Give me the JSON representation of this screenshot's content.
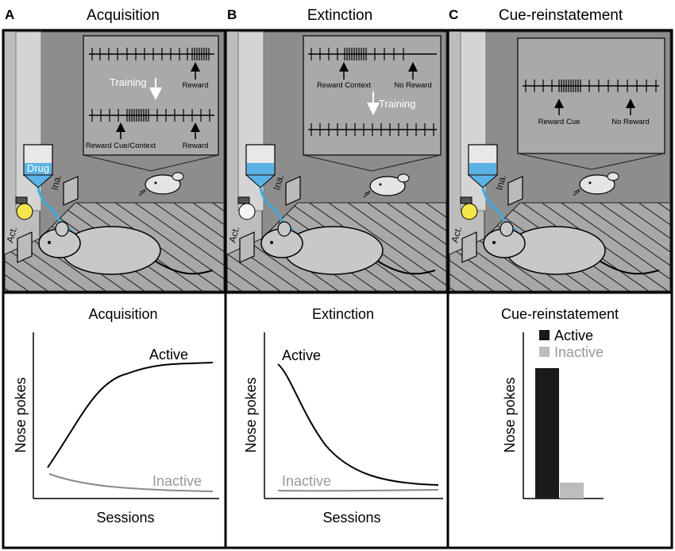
{
  "panels": [
    {
      "letter": "A",
      "title": "Acquisition",
      "chamber": {
        "bottle_label": "Drug",
        "inactive_port": "Ina.",
        "active_port": "Act.",
        "top_arrow_label": "Reward",
        "training_label": "Training",
        "bottom_left_label": "Reward Cue/Context",
        "bottom_right_label": "Reward"
      },
      "graph": {
        "title": "Acquisition",
        "ylabel": "Nose pokes",
        "xlabel": "Sessions",
        "series_active": "Active",
        "series_inactive": "Inactive"
      }
    },
    {
      "letter": "B",
      "title": "Extinction",
      "chamber": {
        "inactive_port": "Ina.",
        "active_port": "Act.",
        "top_left_label": "Reward Context",
        "top_right_label": "No Reward",
        "training_label": "Training"
      },
      "graph": {
        "title": "Extinction",
        "ylabel": "Nose pokes",
        "xlabel": "Sessions",
        "series_active": "Active",
        "series_inactive": "Inactive"
      }
    },
    {
      "letter": "C",
      "title": "Cue-reinstatement",
      "chamber": {
        "inactive_port": "Ina.",
        "active_port": "Act.",
        "left_label": "Reward Cue",
        "right_label": "No Reward"
      },
      "graph": {
        "title": "Cue-reinstatement",
        "ylabel": "Nose pokes",
        "legend_active": "Active",
        "legend_inactive": "Inactive"
      }
    }
  ],
  "colors": {
    "wall": "#9a9a9a",
    "wall_shade": "#b8b8b8",
    "floor": "#a8a8a8",
    "pole": "#cfcfcf",
    "tube": "#3fa9df",
    "light": "#f3e64a",
    "rat": "#c8c8c8",
    "bar_active": "#1a1a1a",
    "bar_inactive": "#bdbdbd",
    "inactive_line": "#8a8a8a",
    "inactive_text": "#9a9a9a"
  },
  "chart_data": {
    "type": "bar",
    "title": "Cue-reinstatement",
    "ylabel": "Nose pokes",
    "categories": [
      "Active",
      "Inactive"
    ],
    "values": [
      0.82,
      0.1
    ]
  }
}
